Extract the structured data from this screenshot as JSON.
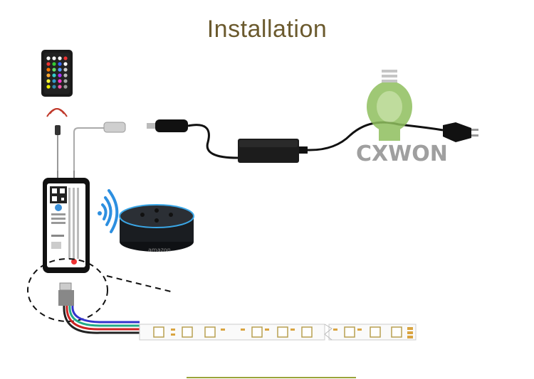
{
  "title": "Installation",
  "watermark": {
    "brand": "CXWON"
  },
  "speaker": {
    "brand": "amazon"
  },
  "colors": {
    "title": "#6b5a2e",
    "accent_line": "#9aa33a",
    "watermark": "#7da850",
    "wifi": "#2d8fe0",
    "signal": "#c0392b",
    "speaker_ring": "#3aa6e6"
  },
  "icons": [
    "remote-control-icon",
    "ir-signal-icon",
    "wifi-signal-icon",
    "lightbulb-watermark-icon",
    "eu-plug-icon"
  ]
}
